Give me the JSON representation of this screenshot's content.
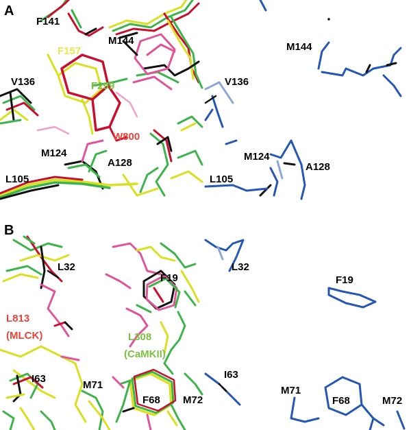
{
  "panels": [
    {
      "id": "A",
      "letter": "A",
      "left_labels": [
        {
          "key": "F141",
          "text": "F141",
          "color": "#000000"
        },
        {
          "key": "M144",
          "text": "M144",
          "color": "#000000"
        },
        {
          "key": "F157",
          "text": "F157",
          "color": "#e8e84a"
        },
        {
          "key": "V136",
          "text": "V136",
          "color": "#000000"
        },
        {
          "key": "F299",
          "text": "F299",
          "color": "#7cc242"
        },
        {
          "key": "W800",
          "text": "W800",
          "color": "#e8443a"
        },
        {
          "key": "M124",
          "text": "M124",
          "color": "#000000"
        },
        {
          "key": "A128",
          "text": "A128",
          "color": "#000000"
        },
        {
          "key": "L105",
          "text": "L105",
          "color": "#000000"
        }
      ],
      "right_labels": [
        {
          "key": "M144",
          "text": "M144",
          "color": "#000000"
        },
        {
          "key": "V136",
          "text": "V136",
          "color": "#000000"
        },
        {
          "key": "M124",
          "text": "M124",
          "color": "#000000"
        },
        {
          "key": "A128",
          "text": "A128",
          "color": "#000000"
        },
        {
          "key": "L105",
          "text": "L105",
          "color": "#000000"
        }
      ]
    },
    {
      "id": "B",
      "letter": "B",
      "left_labels": [
        {
          "key": "L32",
          "text": "L32",
          "color": "#000000"
        },
        {
          "key": "F19",
          "text": "F19",
          "color": "#000000"
        },
        {
          "key": "L813",
          "text": "L813",
          "color": "#e8443a"
        },
        {
          "key": "MLCK",
          "text": "(MLCK)",
          "color": "#e8443a"
        },
        {
          "key": "L308",
          "text": "L308",
          "color": "#7cc242"
        },
        {
          "key": "CaMKII",
          "text": "(CaMKII)",
          "color": "#7cc242"
        },
        {
          "key": "I63",
          "text": "I63",
          "color": "#000000"
        },
        {
          "key": "M71",
          "text": "M71",
          "color": "#000000"
        },
        {
          "key": "F68",
          "text": "F68",
          "color": "#000000"
        },
        {
          "key": "M72",
          "text": "M72",
          "color": "#000000"
        }
      ],
      "right_labels": [
        {
          "key": "L32",
          "text": "L32",
          "color": "#000000"
        },
        {
          "key": "F19",
          "text": "F19",
          "color": "#000000"
        },
        {
          "key": "I63",
          "text": "I63",
          "color": "#000000"
        },
        {
          "key": "M71",
          "text": "M71",
          "color": "#000000"
        },
        {
          "key": "F68",
          "text": "F68",
          "color": "#000000"
        },
        {
          "key": "M72",
          "text": "M72",
          "color": "#000000"
        }
      ]
    }
  ],
  "colors": {
    "red": "#c8102e",
    "magenta": "#e0559a",
    "green": "#3cb44a",
    "yellow": "#d9e021",
    "black": "#111111",
    "blue": "#2457b5",
    "lightblue": "#8fa6d8"
  }
}
